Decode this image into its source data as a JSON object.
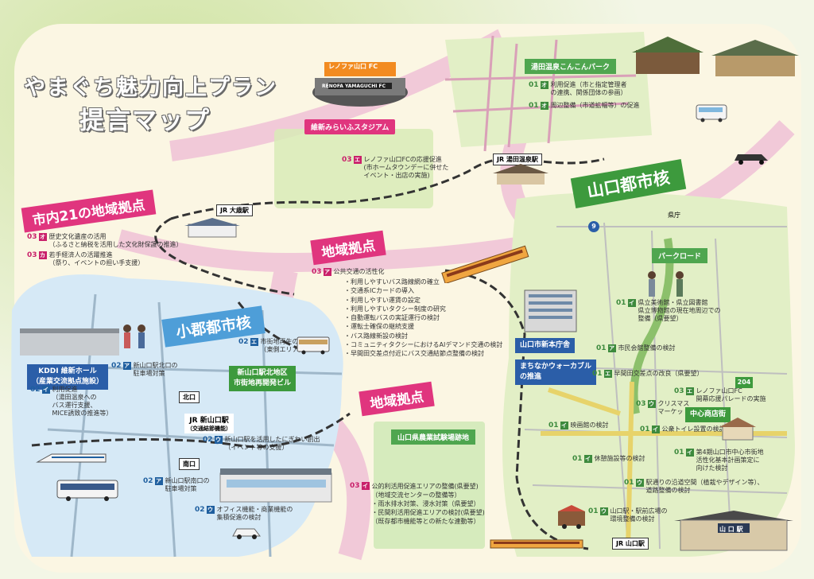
{
  "title": {
    "line1": "やまぐち魅力向上プラン",
    "line2": "提言マップ"
  },
  "colors": {
    "pink": "#e0357e",
    "blue": "#4e9ed8",
    "green": "#3d9a3d",
    "road": "#f1c9d8",
    "rail": "#333333"
  },
  "regions": {
    "shichu21": "市内21の地域拠点",
    "chiiki1": "地域拠点",
    "chiiki2": "地域拠点",
    "ogori": "小郡都市核",
    "yamaguchi": "山口都市核"
  },
  "places": {
    "stadium": "維新みらいふスタジアム",
    "stadium_sign": "レノファ山口 FC",
    "stadium_board": "RENOFA YAMAGUCHI FC",
    "yuda_park": "湯田温泉こんこんパーク",
    "kddi_hall": "KDDI 維新ホール",
    "kddi_sub": "（産業交流拠点施設）",
    "shinyamaguchi_north": "新山口駅北地区\n市街地再開発ビル",
    "shiyakusho": "山口市新本庁舎",
    "machinaka": "まちなかウォーカブル\nの推進",
    "park_road": "パークロード",
    "chuo": "中心商店街",
    "agri": "山口県農業試験場跡地",
    "kencho": "県庁",
    "north_exit": "北口",
    "south_exit": "南口",
    "jr_shinyamaguchi": "JR 新山口駅",
    "jr_shinyamaguchi_sub": "（交通結節機能）",
    "yamaguchi_station_sign": "山 口 駅"
  },
  "stations": [
    "JR 湯田温泉駅",
    "JR 大歳駅",
    "JR 山口駅"
  ],
  "route_numbers": [
    "9",
    "204"
  ],
  "items": {
    "yuda_a": {
      "num": "01",
      "letter": "オ",
      "text": "利用促進（市と指定管理者\nの連携、関係団体の参画）"
    },
    "yuda_b": {
      "num": "01",
      "letter": "オ",
      "text": "周辺整備（市道拡幅等）の促進"
    },
    "stadium_item": {
      "num": "03",
      "letter": "エ",
      "text": "レノファ山口FCの応援促進\n(市ホームタウンデーに併せた\nイベント・出店の実施)"
    },
    "shichu_a": {
      "num": "03",
      "letter": "オ",
      "text": "歴史文化遺産の活用\n（ふるさと納税を活用した文化財保護の推進）"
    },
    "shichu_b": {
      "num": "03",
      "letter": "カ",
      "text": "若手経済人の活躍推進\n（祭り、イベントの担い手支援）"
    },
    "chiiki_main": {
      "num": "03",
      "letter": "ア",
      "text": "公共交通の活性化"
    },
    "ogori_a": {
      "num": "02",
      "letter": "エ",
      "text": "市街地再生の検討\n（東側エリア）"
    },
    "ogori_b": {
      "num": "02",
      "letter": "ア",
      "text": "新山口駅北口の\n駐車場対策"
    },
    "ogori_c": {
      "num": "02",
      "letter": "イ",
      "text": "利用促進\n（湯田温泉への\nバス運行支援、\nMICE誘致の推進等）"
    },
    "ogori_d": {
      "num": "02",
      "letter": "ウ",
      "text": "新山口駅を活用したにぎわい創出\n（イベント等の支援）"
    },
    "ogori_e": {
      "num": "02",
      "letter": "ア",
      "text": "新山口駅南口の\n駐車場対策"
    },
    "ogori_f": {
      "num": "02",
      "letter": "ウ",
      "text": "オフィス機能・商業機能の\n集積促進の検討"
    },
    "yama_a": {
      "num": "01",
      "letter": "イ",
      "text": "県立美術館・県立図書館\n県立博物館の現在地周辺での\n整備（県要望）"
    },
    "yama_b": {
      "num": "01",
      "letter": "ア",
      "text": "市民会館整備の検討"
    },
    "yama_c": {
      "num": "01",
      "letter": "エ",
      "text": "早間田交差点の改良（県要望）"
    },
    "yama_d": {
      "num": "03",
      "letter": "エ",
      "text": "レノファ山口FC\n開幕応援パレードの実施"
    },
    "yama_e": {
      "num": "03",
      "letter": "ウ",
      "text": "クリスマス\nマーケットの実施"
    },
    "yama_f": {
      "num": "01",
      "letter": "イ",
      "text": "映画館の検討"
    },
    "yama_g": {
      "num": "01",
      "letter": "イ",
      "text": "公衆トイレ設置の検討"
    },
    "yama_h": {
      "num": "01",
      "letter": "イ",
      "text": "第4期山口市中心市街地\n活性化基本計画策定に\n向けた検討"
    },
    "yama_i": {
      "num": "01",
      "letter": "イ",
      "text": "休憩施設等の検討"
    },
    "yama_j": {
      "num": "01",
      "letter": "ウ",
      "text": "駅通りの沿道空間（植栽やデザイン等）、\n道路整備の検討"
    },
    "yama_k": {
      "num": "01",
      "letter": "ウ",
      "text": "山口駅・駅前広場の\n環境整備の検討"
    },
    "agri_item": {
      "num": "03",
      "letter": "イ",
      "text": "公的利活用促進エリアの整備(県要望)\n（地域交流センターの整備等）\n・雨水排水対策、浸水対策（県要望）\n・民間利活用促進エリアの検討(県要望)\n（既存都市機能等との新たな連動等）"
    }
  },
  "transit_list": [
    "・利用しやすいバス路線網の確立",
    "・交通系ICカードの導入",
    "・利用しやすい運賃の設定",
    "・利用しやすいタクシー制度の研究",
    "・自動運転バスの実証運行の検討",
    "・運転士確保の継続支援",
    "・バス路線新設の検討",
    "・コミュニティタクシーにおけるAIデマンド交通の検討",
    "・早間田交差点付近にバス交通結節点整備の検討"
  ]
}
